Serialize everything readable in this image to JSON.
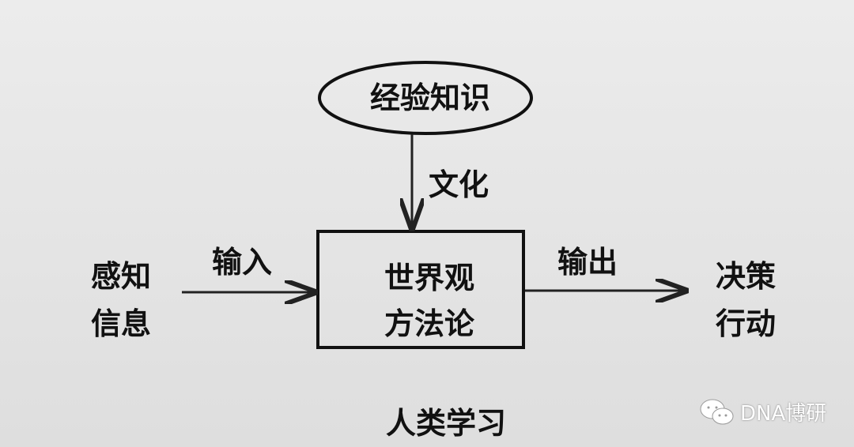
{
  "experience": "经验知识",
  "culture": "文化",
  "perception": [
    "感知",
    "信息"
  ],
  "input": "输入",
  "core": [
    "世界观",
    "方法论"
  ],
  "output": "输出",
  "decision": [
    "决策",
    "行动"
  ],
  "caption": "人类学习",
  "watermark": "DNA博研"
}
